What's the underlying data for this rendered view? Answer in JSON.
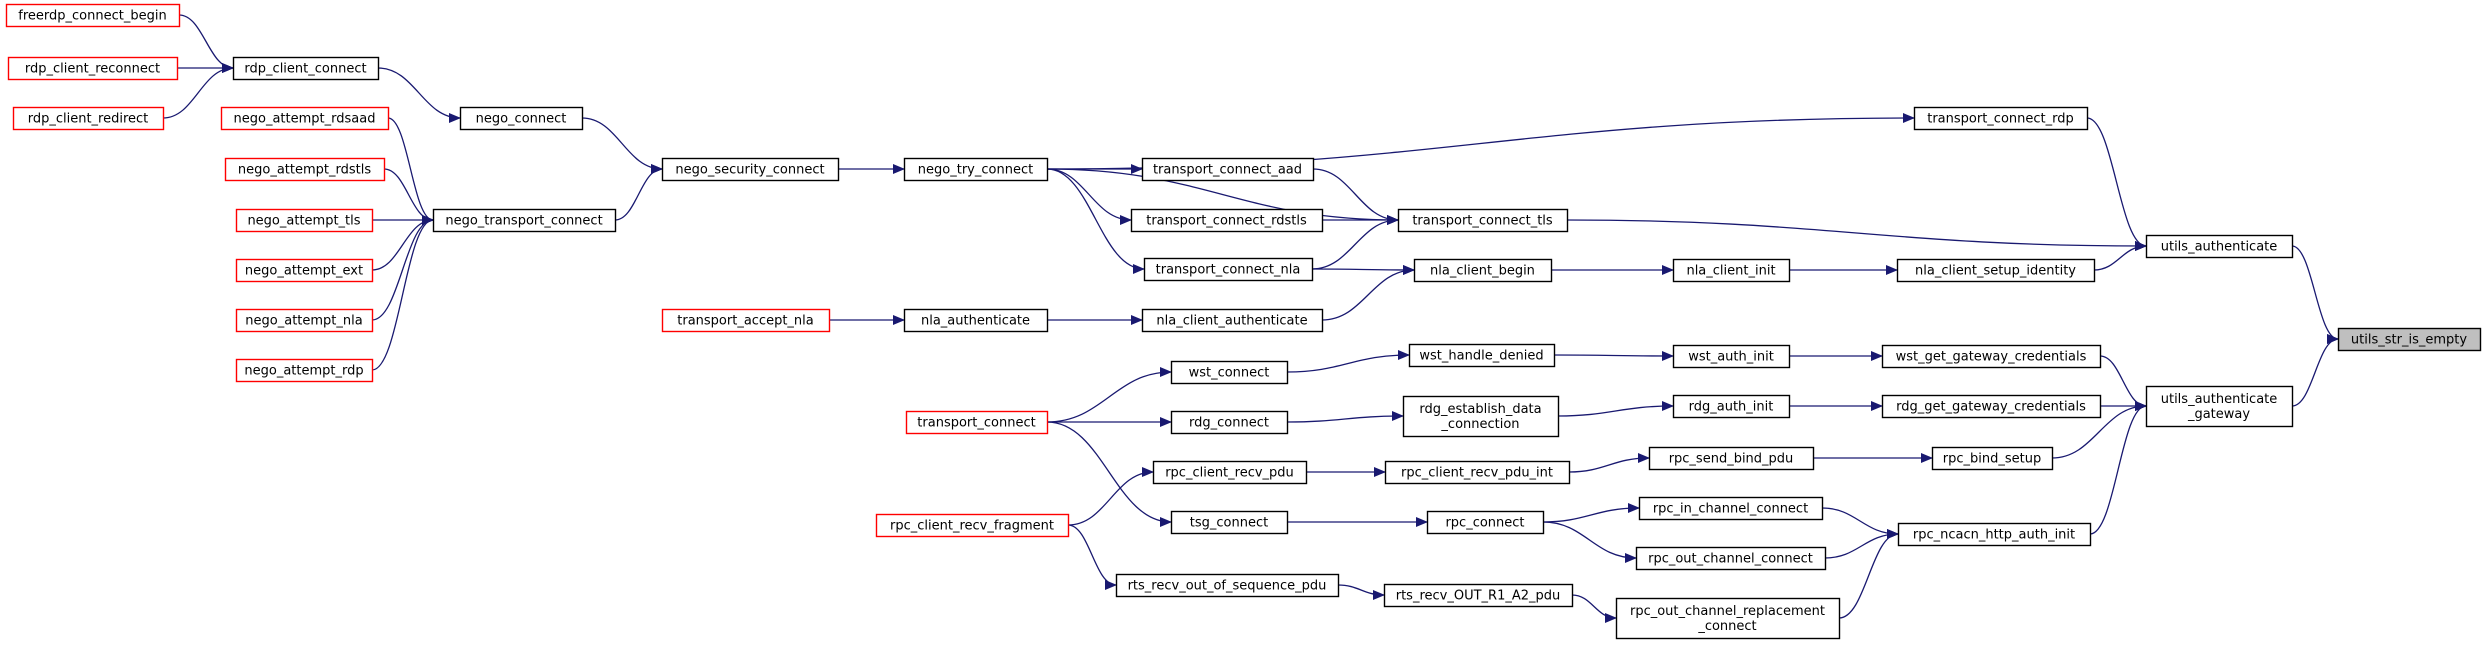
{
  "colors": {
    "edge": "#191970",
    "node_border_normal": "#000000",
    "node_border_undocumented": "#ff0000",
    "node_fill_focus": "#bfbfbf",
    "node_fill": "#ffffff"
  },
  "nodes": [
    {
      "id": "freerdp_connect_begin",
      "label": "freerdp_connect_begin",
      "style": "red"
    },
    {
      "id": "rdp_client_reconnect",
      "label": "rdp_client_reconnect",
      "style": "red"
    },
    {
      "id": "rdp_client_redirect",
      "label": "rdp_client_redirect",
      "style": "red"
    },
    {
      "id": "rdp_client_connect",
      "label": "rdp_client_connect",
      "style": "normal"
    },
    {
      "id": "nego_connect",
      "label": "nego_connect",
      "style": "normal"
    },
    {
      "id": "nego_attempt_rdsaad",
      "label": "nego_attempt_rdsaad",
      "style": "red"
    },
    {
      "id": "nego_attempt_rdstls",
      "label": "nego_attempt_rdstls",
      "style": "red"
    },
    {
      "id": "nego_attempt_tls",
      "label": "nego_attempt_tls",
      "style": "red"
    },
    {
      "id": "nego_attempt_ext",
      "label": "nego_attempt_ext",
      "style": "red"
    },
    {
      "id": "nego_attempt_nla",
      "label": "nego_attempt_nla",
      "style": "red"
    },
    {
      "id": "nego_attempt_rdp",
      "label": "nego_attempt_rdp",
      "style": "red"
    },
    {
      "id": "nego_transport_connect",
      "label": "nego_transport_connect",
      "style": "normal"
    },
    {
      "id": "nego_security_connect",
      "label": "nego_security_connect",
      "style": "normal"
    },
    {
      "id": "nego_try_connect",
      "label": "nego_try_connect",
      "style": "normal"
    },
    {
      "id": "transport_connect_aad",
      "label": "transport_connect_aad",
      "style": "normal"
    },
    {
      "id": "transport_connect_rdstls",
      "label": "transport_connect_rdstls",
      "style": "normal"
    },
    {
      "id": "transport_connect_nla",
      "label": "transport_connect_nla",
      "style": "normal"
    },
    {
      "id": "transport_connect_tls",
      "label": "transport_connect_tls",
      "style": "normal"
    },
    {
      "id": "transport_connect_rdp",
      "label": "transport_connect_rdp",
      "style": "normal"
    },
    {
      "id": "transport_accept_nla",
      "label": "transport_accept_nla",
      "style": "red"
    },
    {
      "id": "nla_authenticate",
      "label": "nla_authenticate",
      "style": "normal"
    },
    {
      "id": "nla_client_authenticate",
      "label": "nla_client_authenticate",
      "style": "normal"
    },
    {
      "id": "nla_client_begin",
      "label": "nla_client_begin",
      "style": "normal"
    },
    {
      "id": "nla_client_init",
      "label": "nla_client_init",
      "style": "normal"
    },
    {
      "id": "nla_client_setup_identity",
      "label": "nla_client_setup_identity",
      "style": "normal"
    },
    {
      "id": "utils_authenticate",
      "label": "utils_authenticate",
      "style": "normal"
    },
    {
      "id": "utils_str_is_empty",
      "label": "utils_str_is_empty",
      "style": "focus"
    },
    {
      "id": "wst_connect",
      "label": "wst_connect",
      "style": "normal"
    },
    {
      "id": "wst_handle_denied",
      "label": "wst_handle_denied",
      "style": "normal"
    },
    {
      "id": "wst_auth_init",
      "label": "wst_auth_init",
      "style": "normal"
    },
    {
      "id": "wst_get_gateway_credentials",
      "label": "wst_get_gateway_credentials",
      "style": "normal"
    },
    {
      "id": "transport_connect",
      "label": "transport_connect",
      "style": "red"
    },
    {
      "id": "rdg_connect",
      "label": "rdg_connect",
      "style": "normal"
    },
    {
      "id": "rdg_establish_data_connection",
      "label": "rdg_establish_data\n_connection",
      "style": "normal"
    },
    {
      "id": "rdg_auth_init",
      "label": "rdg_auth_init",
      "style": "normal"
    },
    {
      "id": "rdg_get_gateway_credentials",
      "label": "rdg_get_gateway_credentials",
      "style": "normal"
    },
    {
      "id": "utils_authenticate_gateway",
      "label": "utils_authenticate\n_gateway",
      "style": "normal"
    },
    {
      "id": "rpc_client_recv_pdu",
      "label": "rpc_client_recv_pdu",
      "style": "normal"
    },
    {
      "id": "rpc_client_recv_pdu_int",
      "label": "rpc_client_recv_pdu_int",
      "style": "normal"
    },
    {
      "id": "rpc_send_bind_pdu",
      "label": "rpc_send_bind_pdu",
      "style": "normal"
    },
    {
      "id": "rpc_bind_setup",
      "label": "rpc_bind_setup",
      "style": "normal"
    },
    {
      "id": "rpc_client_recv_fragment",
      "label": "rpc_client_recv_fragment",
      "style": "red"
    },
    {
      "id": "tsg_connect",
      "label": "tsg_connect",
      "style": "normal"
    },
    {
      "id": "rpc_connect",
      "label": "rpc_connect",
      "style": "normal"
    },
    {
      "id": "rpc_in_channel_connect",
      "label": "rpc_in_channel_connect",
      "style": "normal"
    },
    {
      "id": "rpc_out_channel_connect",
      "label": "rpc_out_channel_connect",
      "style": "normal"
    },
    {
      "id": "rpc_ncacn_http_auth_init",
      "label": "rpc_ncacn_http_auth_init",
      "style": "normal"
    },
    {
      "id": "rts_recv_out_of_sequence_pdu",
      "label": "rts_recv_out_of_sequence_pdu",
      "style": "normal"
    },
    {
      "id": "rts_recv_OUT_R1_A2_pdu",
      "label": "rts_recv_OUT_R1_A2_pdu",
      "style": "normal"
    },
    {
      "id": "rpc_out_channel_replacement_connect",
      "label": "rpc_out_channel_replacement\n_connect",
      "style": "normal"
    }
  ],
  "edges": [
    [
      "freerdp_connect_begin",
      "rdp_client_connect"
    ],
    [
      "rdp_client_reconnect",
      "rdp_client_connect"
    ],
    [
      "rdp_client_redirect",
      "rdp_client_connect"
    ],
    [
      "rdp_client_connect",
      "nego_connect"
    ],
    [
      "nego_connect",
      "nego_security_connect"
    ],
    [
      "nego_attempt_rdsaad",
      "nego_transport_connect"
    ],
    [
      "nego_attempt_rdstls",
      "nego_transport_connect"
    ],
    [
      "nego_attempt_tls",
      "nego_transport_connect"
    ],
    [
      "nego_attempt_ext",
      "nego_transport_connect"
    ],
    [
      "nego_attempt_nla",
      "nego_transport_connect"
    ],
    [
      "nego_attempt_rdp",
      "nego_transport_connect"
    ],
    [
      "nego_transport_connect",
      "nego_security_connect"
    ],
    [
      "nego_security_connect",
      "nego_try_connect"
    ],
    [
      "nego_try_connect",
      "transport_connect_rdp"
    ],
    [
      "nego_try_connect",
      "transport_connect_tls"
    ],
    [
      "nego_try_connect",
      "transport_connect_aad"
    ],
    [
      "nego_try_connect",
      "transport_connect_rdstls"
    ],
    [
      "nego_try_connect",
      "transport_connect_nla"
    ],
    [
      "transport_connect_aad",
      "transport_connect_tls"
    ],
    [
      "transport_connect_rdstls",
      "transport_connect_tls"
    ],
    [
      "transport_connect_nla",
      "transport_connect_tls"
    ],
    [
      "transport_connect_nla",
      "nla_client_begin"
    ],
    [
      "transport_accept_nla",
      "nla_authenticate"
    ],
    [
      "nla_authenticate",
      "nla_client_authenticate"
    ],
    [
      "nla_client_authenticate",
      "nla_client_begin"
    ],
    [
      "nla_client_begin",
      "nla_client_init"
    ],
    [
      "nla_client_init",
      "nla_client_setup_identity"
    ],
    [
      "nla_client_setup_identity",
      "utils_authenticate"
    ],
    [
      "transport_connect_tls",
      "utils_authenticate"
    ],
    [
      "transport_connect_rdp",
      "utils_authenticate"
    ],
    [
      "utils_authenticate",
      "utils_str_is_empty"
    ],
    [
      "transport_connect",
      "wst_connect"
    ],
    [
      "transport_connect",
      "rdg_connect"
    ],
    [
      "transport_connect",
      "tsg_connect"
    ],
    [
      "wst_connect",
      "wst_handle_denied"
    ],
    [
      "wst_handle_denied",
      "wst_auth_init"
    ],
    [
      "wst_auth_init",
      "wst_get_gateway_credentials"
    ],
    [
      "wst_get_gateway_credentials",
      "utils_authenticate_gateway"
    ],
    [
      "rdg_connect",
      "rdg_establish_data_connection"
    ],
    [
      "rdg_establish_data_connection",
      "rdg_auth_init"
    ],
    [
      "rdg_auth_init",
      "rdg_get_gateway_credentials"
    ],
    [
      "rdg_get_gateway_credentials",
      "utils_authenticate_gateway"
    ],
    [
      "utils_authenticate_gateway",
      "utils_str_is_empty"
    ],
    [
      "rpc_client_recv_fragment",
      "rpc_client_recv_pdu"
    ],
    [
      "rpc_client_recv_fragment",
      "rts_recv_out_of_sequence_pdu"
    ],
    [
      "rpc_client_recv_pdu",
      "rpc_client_recv_pdu_int"
    ],
    [
      "rpc_client_recv_pdu_int",
      "rpc_send_bind_pdu"
    ],
    [
      "rpc_send_bind_pdu",
      "rpc_bind_setup"
    ],
    [
      "rpc_bind_setup",
      "utils_authenticate_gateway"
    ],
    [
      "tsg_connect",
      "rpc_connect"
    ],
    [
      "rpc_connect",
      "rpc_in_channel_connect"
    ],
    [
      "rpc_connect",
      "rpc_out_channel_connect"
    ],
    [
      "rpc_in_channel_connect",
      "rpc_ncacn_http_auth_init"
    ],
    [
      "rpc_out_channel_connect",
      "rpc_ncacn_http_auth_init"
    ],
    [
      "rts_recv_out_of_sequence_pdu",
      "rts_recv_OUT_R1_A2_pdu"
    ],
    [
      "rts_recv_OUT_R1_A2_pdu",
      "rpc_out_channel_replacement_connect"
    ],
    [
      "rpc_out_channel_replacement_connect",
      "rpc_ncacn_http_auth_init"
    ],
    [
      "rpc_ncacn_http_auth_init",
      "utils_authenticate_gateway"
    ]
  ]
}
